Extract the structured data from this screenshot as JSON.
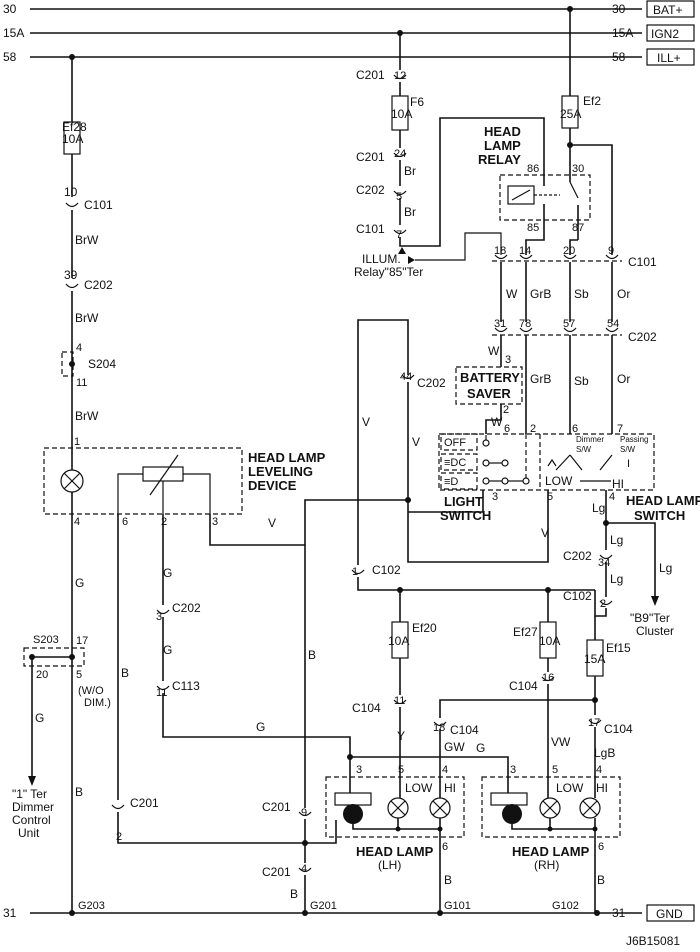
{
  "rails": {
    "bat": {
      "num": "30",
      "label": "BAT+"
    },
    "ign": {
      "num": "15A",
      "label": "IGN2"
    },
    "ill": {
      "num": "58",
      "label": "ILL+"
    },
    "gnd": {
      "num": "31",
      "label": "GND"
    }
  },
  "fuses": {
    "ef28": {
      "name": "Ef28",
      "rating": "10A"
    },
    "f6": {
      "name": "F6",
      "rating": "10A"
    },
    "ef2": {
      "name": "Ef2",
      "rating": "25A"
    },
    "ef20": {
      "name": "Ef20",
      "rating": "10A"
    },
    "ef27": {
      "name": "Ef27",
      "rating": "10A"
    },
    "ef15": {
      "name": "Ef15",
      "rating": "15A"
    }
  },
  "connectors": {
    "c201_12": {
      "pin": "12",
      "name": "C201"
    },
    "c201_24": {
      "pin": "24",
      "name": "C201"
    },
    "c202_5": {
      "pin": "5",
      "name": "C202"
    },
    "c101_7": {
      "pin": "7",
      "name": "C101"
    },
    "c101_10": {
      "pin": "10",
      "name": "C101"
    },
    "c202_39": {
      "pin": "39",
      "name": "C202"
    },
    "c101_row": {
      "name": "C101",
      "pins": [
        "18",
        "14",
        "20",
        "9"
      ]
    },
    "c202_row": {
      "name": "C202",
      "pins": [
        "31",
        "78",
        "57",
        "54"
      ]
    },
    "c202_44": {
      "pin": "44",
      "name": "C202"
    },
    "c102_1": {
      "pin": "1",
      "name": "C102"
    },
    "c202_3": {
      "pin": "3",
      "name": "C202"
    },
    "c113_11": {
      "pin": "11",
      "name": "C113"
    },
    "c202_34": {
      "pin": "34",
      "name": "C202"
    },
    "c102_2": {
      "pin": "2",
      "name": "C102"
    },
    "c104_11": {
      "pin": "11",
      "name": "C104"
    },
    "c104_16": {
      "pin": "16",
      "name": "C104"
    },
    "c104_18": {
      "pin": "18",
      "name": "C104"
    },
    "c104_17": {
      "pin": "17",
      "name": "C104"
    },
    "c201_2": {
      "pin": "2",
      "name": "C201"
    },
    "c201_9": {
      "pin": "9",
      "name": "C201"
    },
    "c201_4": {
      "pin": "4",
      "name": "C201"
    }
  },
  "wire_colors": {
    "br": "Br",
    "brw": "BrW",
    "w": "W",
    "grb": "GrB",
    "sb": "Sb",
    "or": "Or",
    "v": "V",
    "g": "G",
    "b": "B",
    "lg": "Lg",
    "y": "Y",
    "gw": "GW",
    "vw": "VW",
    "lgb": "LgB"
  },
  "relay": {
    "line1": "HEAD",
    "line2": "LAMP",
    "line3": "RELAY",
    "pins": [
      "86",
      "30",
      "85",
      "87"
    ]
  },
  "illum": {
    "line1": "ILLUM.",
    "line2": "Relay\"85\"Ter"
  },
  "battery_saver": {
    "line1": "BATTERY",
    "line2": "SAVER"
  },
  "splice_s204": {
    "name": "S204",
    "pin_top": "4",
    "pin_bottom": "11"
  },
  "splice_s203": {
    "name": "S203",
    "pin_a": "17",
    "pin_b": "20",
    "pin_c": "5",
    "note_line1": "(W/O",
    "note_line2": "DIM.)"
  },
  "leveling": {
    "line1": "HEAD LAMP",
    "line2": "LEVELING",
    "line3": "DEVICE",
    "pins": [
      "1",
      "4",
      "6",
      "2",
      "3"
    ]
  },
  "light_switch": {
    "line1": "LIGHT",
    "line2": "SWITCH",
    "pos_off": "OFF",
    "pos_park": "≡DC",
    "pos_head": "≡D",
    "pins": [
      "3",
      "6",
      "2",
      "4",
      "5",
      "6",
      "7"
    ],
    "dimmer": "Dimmer",
    "passing": "Passing",
    "sw": "S/W",
    "low": "LOW",
    "hi": "HI",
    "i": "I"
  },
  "headlamp_switch": {
    "line1": "HEAD LAMP",
    "line2": "SWITCH"
  },
  "cluster": {
    "line1": "\"B9\"Ter",
    "line2": "Cluster"
  },
  "dimmer_unit": {
    "line1": "\"1\" Ter",
    "line2": "Dimmer",
    "line3": "Control",
    "line4": "Unit"
  },
  "lamp_lh": {
    "line1": "HEAD LAMP",
    "line2": "(LH)",
    "pins": [
      "3",
      "5",
      "4",
      "6"
    ],
    "low": "LOW",
    "hi": "HI",
    "motor": "M"
  },
  "lamp_rh": {
    "line1": "HEAD LAMP",
    "line2": "(RH)",
    "pins": [
      "3",
      "5",
      "4",
      "6"
    ],
    "low": "LOW",
    "hi": "HI",
    "motor": "M"
  },
  "grounds": [
    "G203",
    "G201",
    "G101",
    "G102"
  ],
  "figure_id": "J6B15081"
}
